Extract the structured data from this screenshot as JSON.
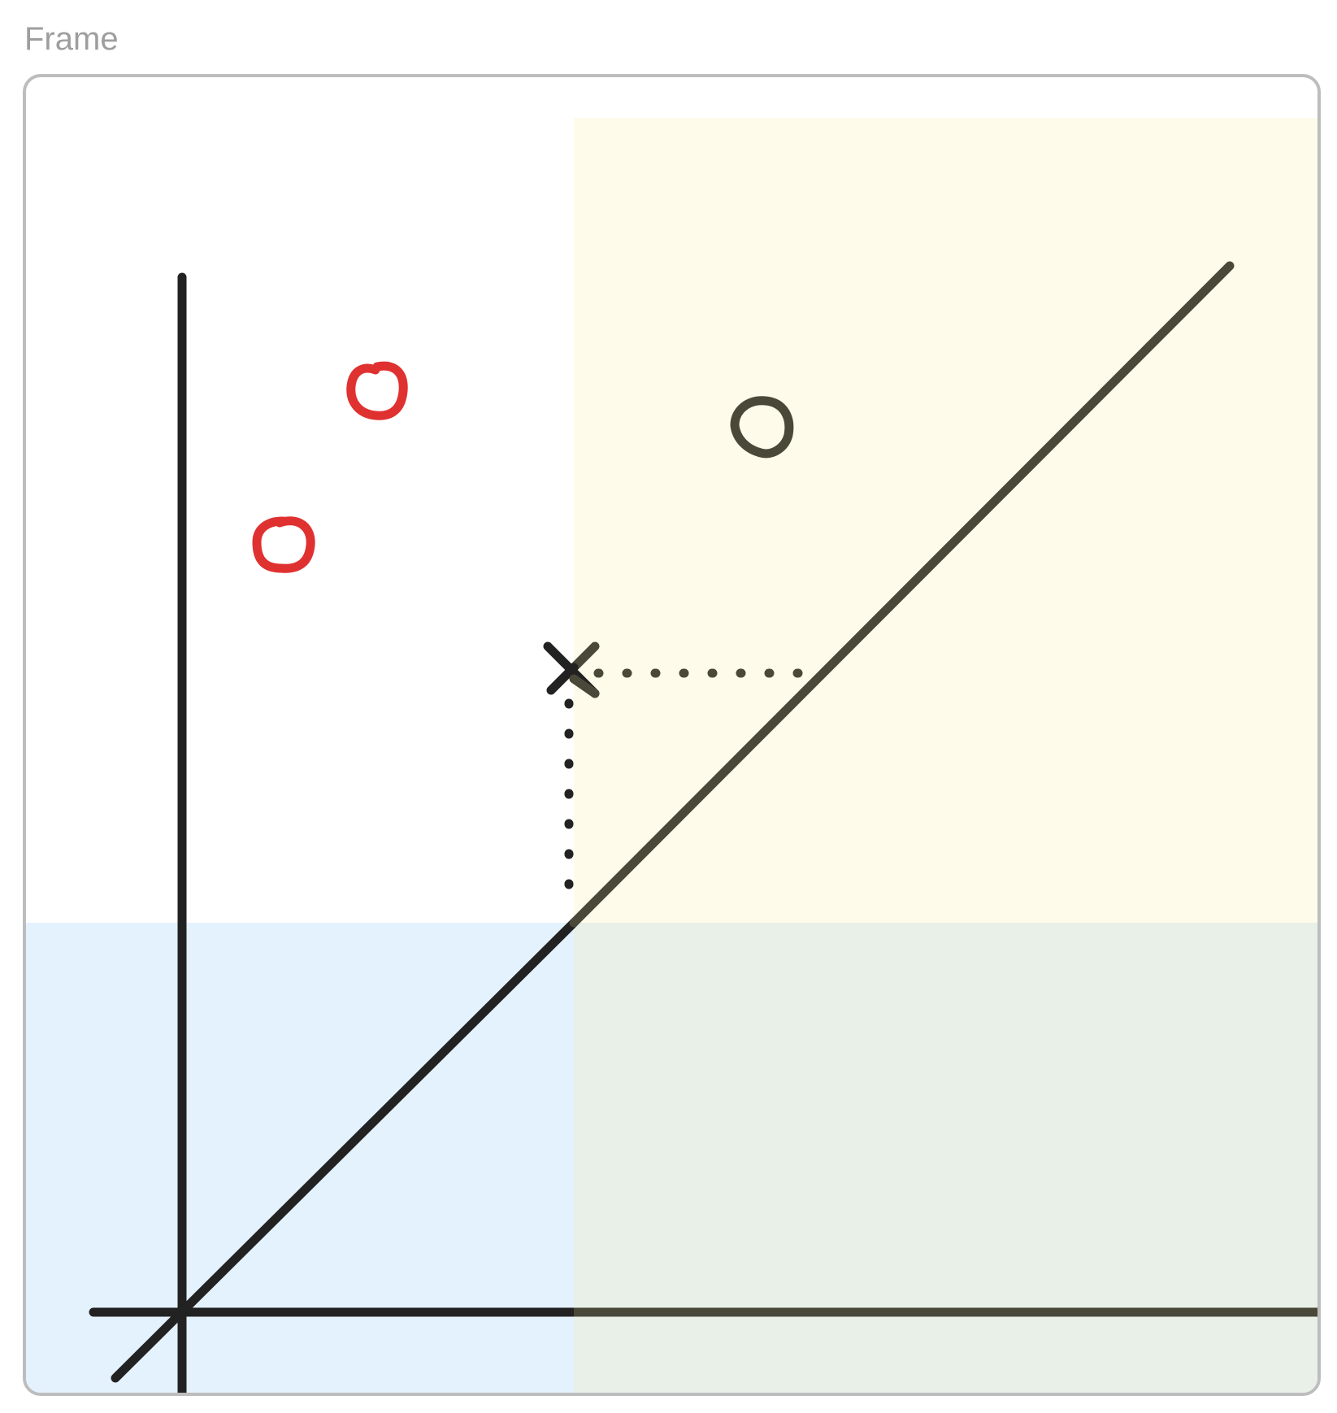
{
  "frame": {
    "label": "Frame"
  },
  "colors": {
    "frame_border": "#bdbdbd",
    "label_text": "#9e9e9e",
    "region_yellow": "#fefbea",
    "region_blue": "#e4f2fd",
    "region_green": "#e8f0e8",
    "axis_black": "#222222",
    "axis_olive": "#4a4838",
    "point_red": "#e03131",
    "point_olive": "#4a4838",
    "guide_dark": "#222222"
  },
  "icons": {
    "red_point": "circle-outline",
    "olive_point": "circle-outline",
    "marker": "x-mark"
  }
}
